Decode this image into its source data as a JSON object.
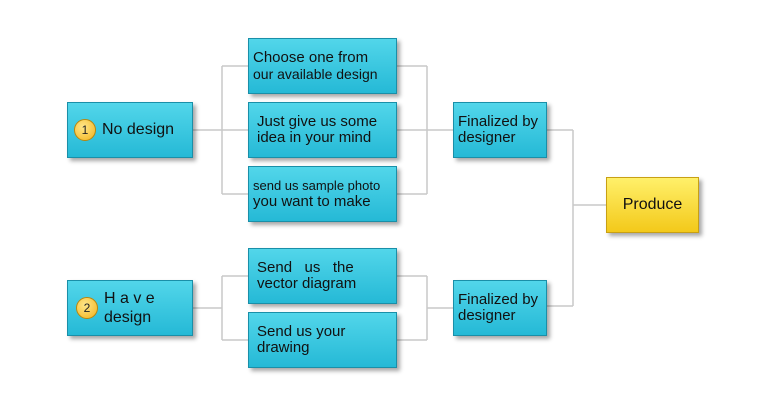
{
  "nodes": {
    "no_design": {
      "number": "1",
      "label": "No design"
    },
    "have_design": {
      "number": "2",
      "label_line1": "H a v e",
      "label_line2": "design"
    },
    "choose": {
      "line1": "Choose one from",
      "line2": "our available design"
    },
    "idea": {
      "line1": "Just give us some",
      "line2": "idea in your mind"
    },
    "sample": {
      "line1": "send us sample photo",
      "line2": "you want to make"
    },
    "vector": {
      "line1": "Send   us   the",
      "line2": "vector diagram"
    },
    "drawing": {
      "line1": "Send us your",
      "line2": "drawing"
    },
    "finalized_top": {
      "line1": "Finalized by",
      "line2": "designer"
    },
    "finalized_bottom": {
      "line1": "Finalized by",
      "line2": "designer"
    },
    "produce": {
      "label": "Produce"
    }
  },
  "colors": {
    "box_fill": "#36c7e0",
    "produce_fill": "#f8dc3a",
    "connector": "#c9c9c9"
  }
}
